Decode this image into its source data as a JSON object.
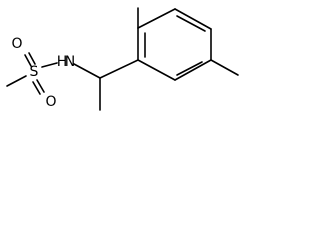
{
  "molecule": {
    "atoms": {
      "sulfur": "S",
      "oxygen_top": "O",
      "oxygen_bottom": "O",
      "nitrogen": "N",
      "nitrogen_h": "H"
    },
    "colors": {
      "bond": "#000000",
      "text": "#000000",
      "background": "#ffffff"
    }
  }
}
